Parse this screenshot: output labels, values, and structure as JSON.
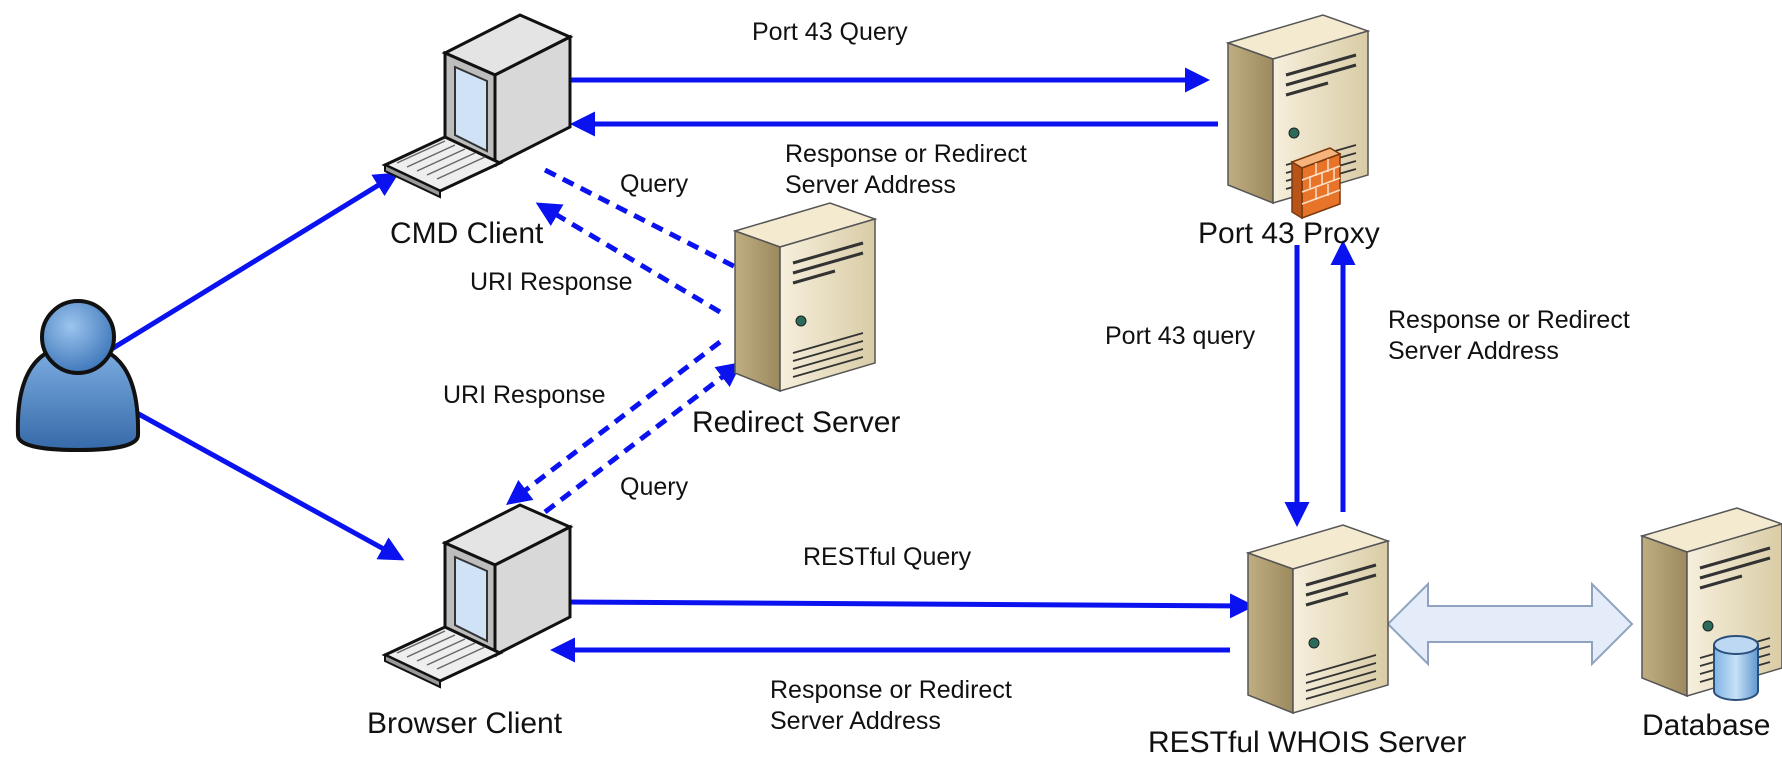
{
  "nodes": {
    "cmd_client": "CMD Client",
    "port43_proxy": "Port 43 Proxy",
    "redirect_server": "Redirect Server",
    "browser_client": "Browser Client",
    "restful_whois_server": "RESTful WHOIS Server",
    "database": "Database"
  },
  "edges": {
    "port43_query_top": "Port 43 Query",
    "proxy_response_line1": "Response or Redirect",
    "proxy_response_line2": "Server Address",
    "cmd_query": "Query",
    "cmd_uri_response": "URI Response",
    "browser_uri_response": "URI Response",
    "browser_query": "Query",
    "port43_query_vertical": "Port 43 query",
    "whois_response_line1": "Response or Redirect",
    "whois_response_line2": "Server Address",
    "restful_query": "RESTful Query",
    "browser_response_line1": "Response or Redirect",
    "browser_response_line2": "Server Address"
  },
  "colors": {
    "arrow": "#0a12f0",
    "server_light": "#efe6cc",
    "server_mid": "#d8c9a0",
    "server_dark": "#a8966a",
    "user_blue": "#4a86c8",
    "firewall": "#e8742a",
    "double_arrow_fill": "#e3ecf8",
    "double_arrow_stroke": "#8fa3c0"
  },
  "icons": [
    "user-icon",
    "computer-icon",
    "keyboard-icon",
    "server-icon",
    "firewall-icon",
    "database-cylinder-icon"
  ]
}
